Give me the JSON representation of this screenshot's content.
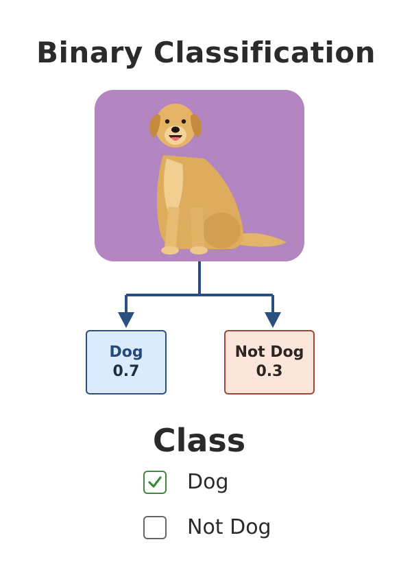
{
  "title": "Binary Classification",
  "image": {
    "subject": "golden retriever dog sitting",
    "background_color": "#b386c1"
  },
  "outputs": [
    {
      "label": "Dog",
      "value": "0.7",
      "color": "#dcebfb",
      "border": "#2c4f7f"
    },
    {
      "label": "Not Dog",
      "value": "0.3",
      "color": "#fbe6dc",
      "border": "#a04634"
    }
  ],
  "connector_color": "#2a4f80",
  "class_section": {
    "heading": "Class",
    "options": [
      {
        "label": "Dog",
        "checked": true,
        "check_color": "#3a8a3a"
      },
      {
        "label": "Not Dog",
        "checked": false
      }
    ]
  }
}
